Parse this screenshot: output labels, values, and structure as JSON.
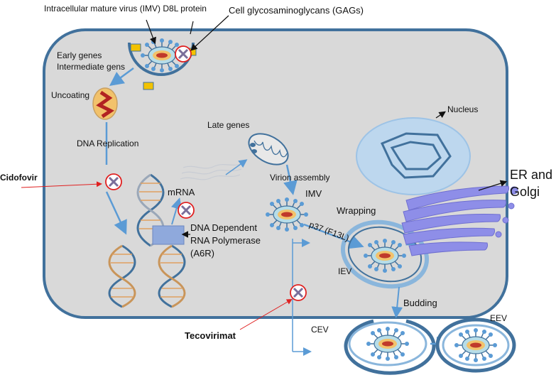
{
  "labels": {
    "imv_d8l": "Intracellular mature virus (IMV) D8L protein",
    "gags": "Cell glycosaminoglycans (GAGs)",
    "early_genes": "Early genes",
    "intermediate_genes": "Intermediate gens",
    "uncoating": "Uncoating",
    "dna_replication": "DNA Replication",
    "cidofovir": "Cidofovir",
    "late_genes": "Late genes",
    "nucleus": "Nucleus",
    "er_golgi_1": "ER and",
    "er_golgi_2": "Golgi",
    "virion_assembly": "Virion assembly",
    "imv": "IMV",
    "mrna": "mRNA",
    "wrapping": "Wrapping",
    "polymerase_1": "DNA Dependent",
    "polymerase_2": "RNA Polymerase",
    "polymerase_3": "(A6R)",
    "p37": "p37 (F13L)",
    "iev": "IEV",
    "budding": "Budding",
    "tecovirimat": "Tecovirimat",
    "cev": "CEV",
    "eev": "EEV"
  },
  "colors": {
    "cell_fill": "#d9d9d9",
    "cell_border": "#41719c",
    "arrow_blue": "#5b9bd5",
    "inhibitor_red": "#e02020",
    "virus_core": "#c0392b",
    "nucleus_fill": "#bdd7ee",
    "golgi": "#8e8ee8"
  }
}
